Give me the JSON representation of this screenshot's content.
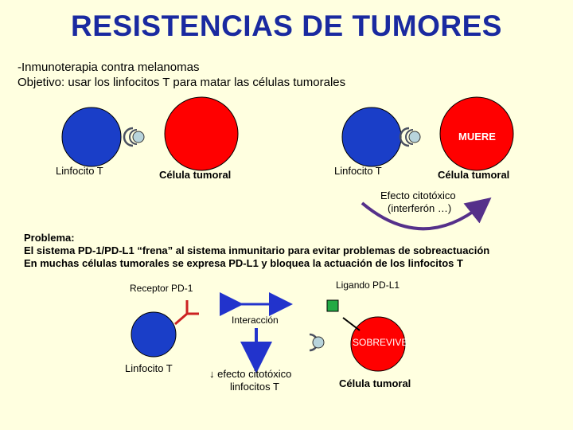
{
  "title": "RESISTENCIAS DE TUMORES",
  "intro": {
    "line1": "-Inmunoterapia contra melanomas",
    "line2": "Objetivo: usar los linfocitos T para matar las células tumorales"
  },
  "scene1": {
    "lymphocyte_label": "Linfocito T",
    "tumor_label": "Célula tumoral"
  },
  "scene2": {
    "lymphocyte_label": "Linfocito T",
    "tumor_label": "Célula tumoral",
    "dies_label": "MUERE",
    "effect_line1": "Efecto citotóxico",
    "effect_line2": "(interferón …)"
  },
  "problem": {
    "line1": "Problema:",
    "line2": "El sistema PD-1/PD-L1 “frena” al sistema inmunitario para evitar problemas de sobreactuación",
    "line3": "En muchas células tumorales se expresa PD-L1 y bloquea la actuación de los linfocitos T"
  },
  "scene3": {
    "receptor_label": "Receptor PD-1",
    "ligand_label": "Ligando PD-L1",
    "interaction_label": "Interacción",
    "survives_label": "SOBREVIVE",
    "lymphocyte_label": "Linfocito T",
    "effect_line1": "↓ efecto citotóxico",
    "effect_line2": "linfocitos T",
    "tumor_label": "Célula tumoral"
  },
  "colors": {
    "background": "#ffffe0",
    "title": "#1a2aa0",
    "lymphocyte": "#1a3ec8",
    "tumor": "#ff0000",
    "receptor_ring": "#4a5060",
    "receptor_ball": "#b8d4dc",
    "pd1_receptor": "#cc2222",
    "pdl1_ligand": "#22aa44",
    "arrow": "#2233cc",
    "curved_arrow": "#55308a"
  }
}
